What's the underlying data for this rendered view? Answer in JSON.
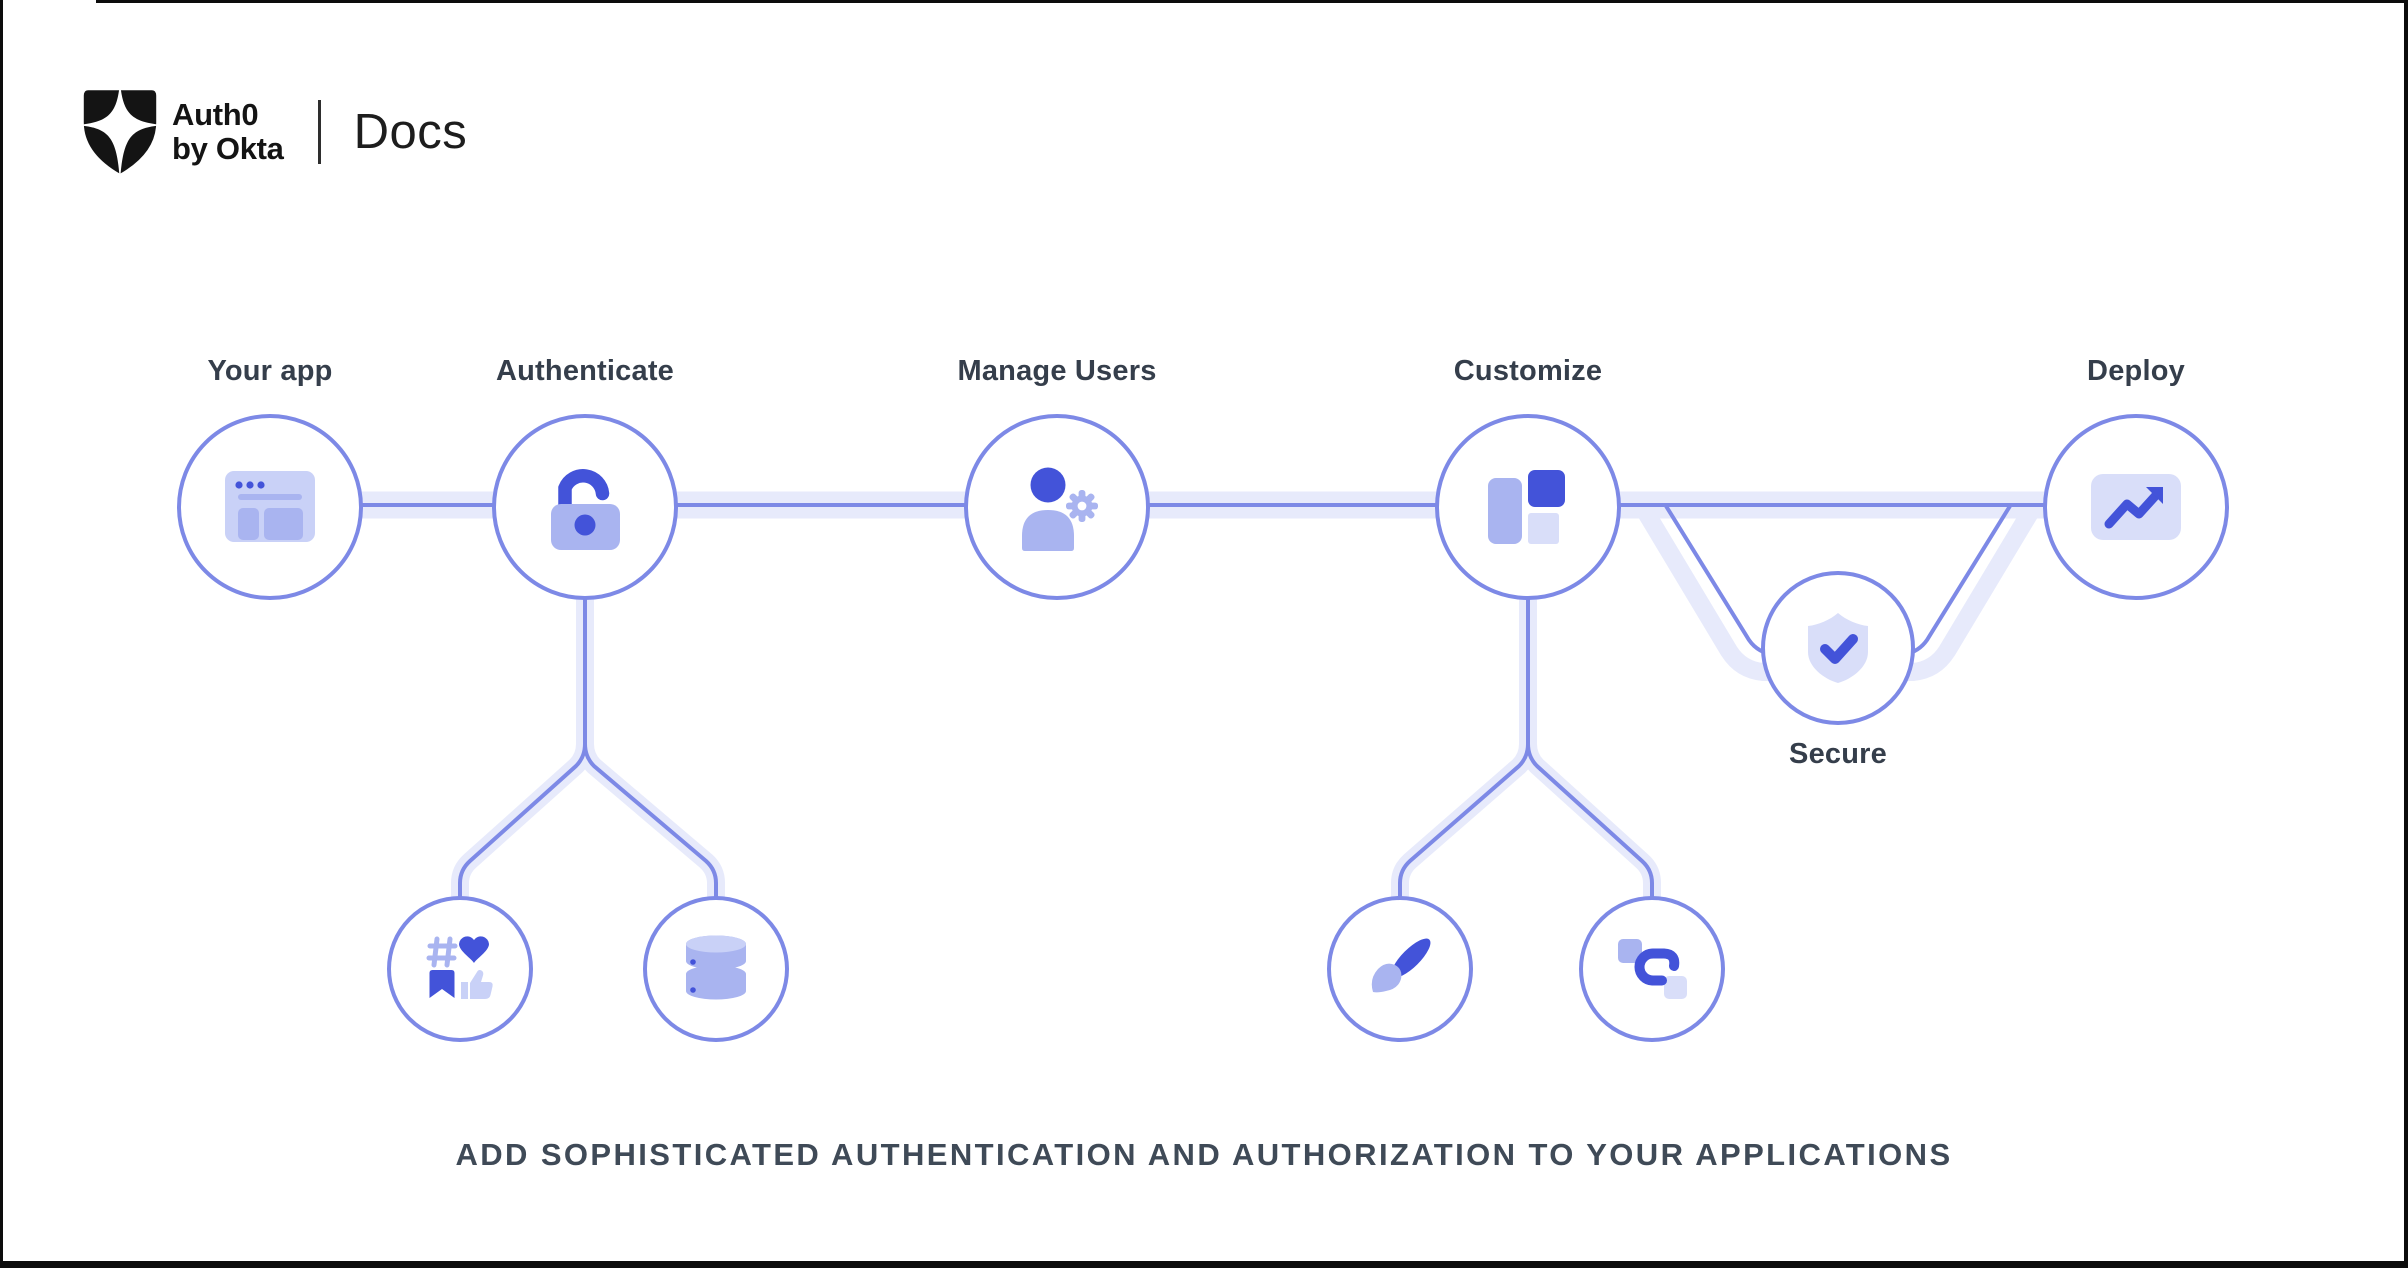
{
  "header": {
    "brand_line1": "Auth0",
    "brand_line2": "by Okta",
    "product": "Docs"
  },
  "diagram": {
    "labels": {
      "your_app": "Your app",
      "authenticate": "Authenticate",
      "manage_users": "Manage Users",
      "customize": "Customize",
      "deploy": "Deploy",
      "secure": "Secure"
    },
    "icons": {
      "brand": "auth0-shield-icon",
      "your_app": "browser-window-icon",
      "authenticate": "open-padlock-icon",
      "manage_users": "user-gear-icon",
      "customize": "layout-blocks-icon",
      "deploy": "trend-up-chart-icon",
      "secure": "shield-check-icon",
      "authenticate_children": [
        "social-login-icon",
        "database-icon"
      ],
      "customize_children": [
        "paintbrush-icon",
        "flow-connector-icon"
      ]
    }
  },
  "caption": "ADD SOPHISTICATED AUTHENTICATION AND AUTHORIZATION TO YOUR APPLICATIONS",
  "colors": {
    "dark": "#4353d9",
    "mid": "#a9b4f0",
    "soft": "#c9d1f7",
    "pale": "#d9def9",
    "stroke": "#7d89e6",
    "band": "#e7eafb",
    "label": "#353e4b",
    "caption": "#3f4a57",
    "ink": "#141414"
  }
}
